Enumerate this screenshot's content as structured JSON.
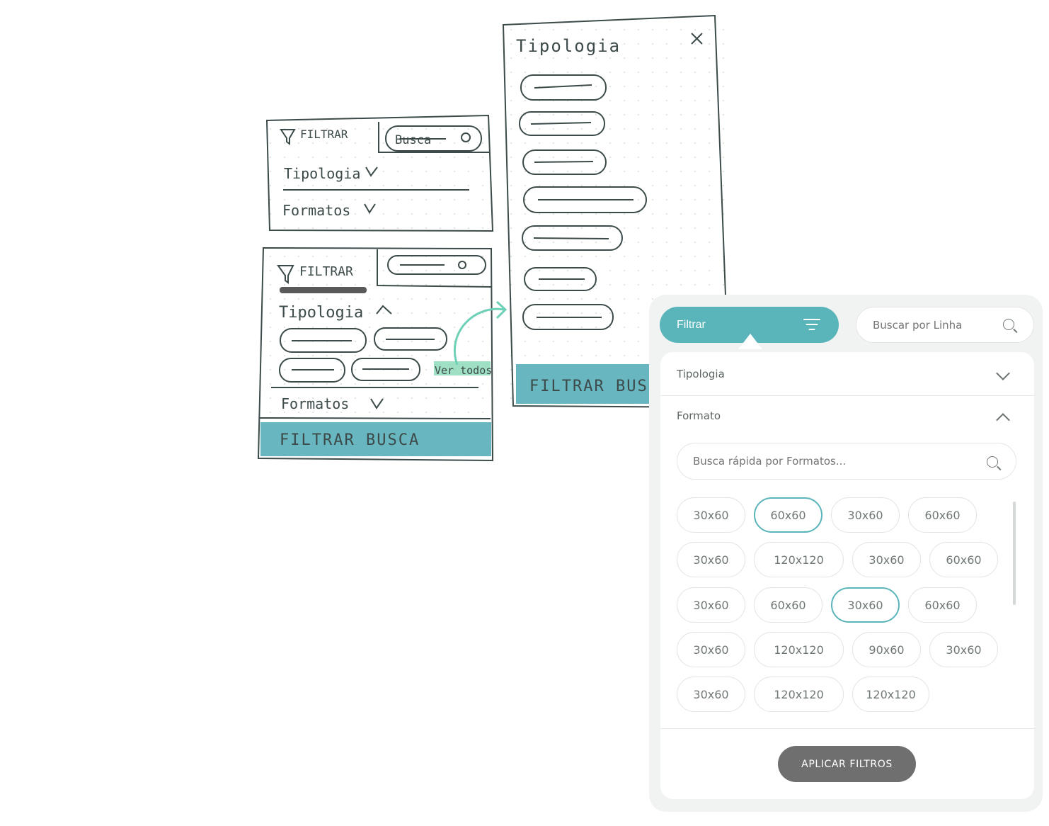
{
  "sketch": {
    "small_panel": {
      "filter_label": "FILTRAR",
      "search_label": "Busca",
      "row1": "Tipologia",
      "row2": "Formatos"
    },
    "expanded_panel": {
      "filter_label": "FILTRAR",
      "section1": "Tipologia",
      "see_all": "Ver todos",
      "section2": "Formatos",
      "cta": "FILTRAR BUSCA"
    },
    "modal_panel": {
      "title": "Tipologia",
      "cta": "FILTRAR BUSCA"
    }
  },
  "panel": {
    "filter_button": "Filtrar",
    "search_placeholder": "Buscar por Linha",
    "section_tipologia": "Tipologia",
    "section_formato": "Formato",
    "format_search_placeholder": "Busca rápida por Formatos...",
    "chips": [
      {
        "label": "30x60",
        "selected": false
      },
      {
        "label": "60x60",
        "selected": true
      },
      {
        "label": "30x60",
        "selected": false
      },
      {
        "label": "60x60",
        "selected": false
      },
      {
        "label": "30x60",
        "selected": false
      },
      {
        "label": "120x120",
        "selected": false
      },
      {
        "label": "30x60",
        "selected": false
      },
      {
        "label": "60x60",
        "selected": false
      },
      {
        "label": "30x60",
        "selected": false
      },
      {
        "label": "60x60",
        "selected": false
      },
      {
        "label": "30x60",
        "selected": true
      },
      {
        "label": "60x60",
        "selected": false
      },
      {
        "label": "30x60",
        "selected": false
      },
      {
        "label": "120x120",
        "selected": false
      },
      {
        "label": "90x60",
        "selected": false
      },
      {
        "label": "30x60",
        "selected": false
      },
      {
        "label": "30x60",
        "selected": false
      },
      {
        "label": "120x120",
        "selected": false
      },
      {
        "label": "120x120",
        "selected": false
      }
    ],
    "apply_button": "APLICAR FILTROS",
    "accent_color": "#5ab5ba",
    "apply_color": "#6f6f6f"
  }
}
